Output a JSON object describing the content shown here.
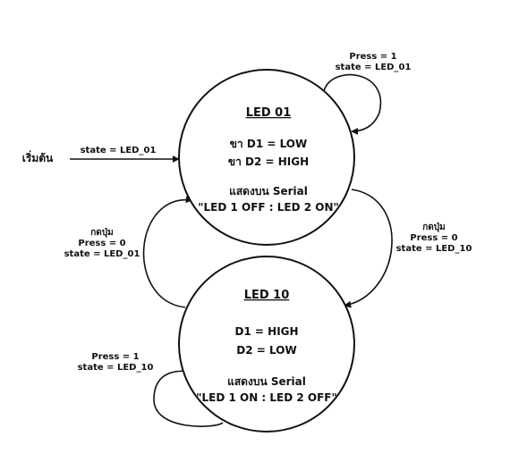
{
  "states": {
    "led01": {
      "title": "LED 01",
      "line1": "ขา D1 = LOW",
      "line2": "ขา D2 = HIGH",
      "line3": "แสดงบน Serial",
      "line4": "\"LED 1 OFF : LED 2 ON\""
    },
    "led10": {
      "title": "LED 10",
      "line1": "D1 = HIGH",
      "line2": "D2 = LOW",
      "line3": "แสดงบน Serial",
      "line4": "\"LED 1 ON : LED 2 OFF\""
    }
  },
  "start": {
    "label": "เริ่มต้น",
    "transition": "state = LED_01"
  },
  "transitions": {
    "self_led01": {
      "line1": "Press = 1",
      "line2": "state = LED_01"
    },
    "led01_to_led10": {
      "line1": "กดปุ่ม",
      "line2": "Press = 0",
      "line3": "state = LED_10"
    },
    "led10_to_led01": {
      "line1": "กดปุ่ม",
      "line2": "Press = 0",
      "line3": "state = LED_01"
    },
    "self_led10": {
      "line1": "Press = 1",
      "line2": "state = LED_10"
    }
  }
}
